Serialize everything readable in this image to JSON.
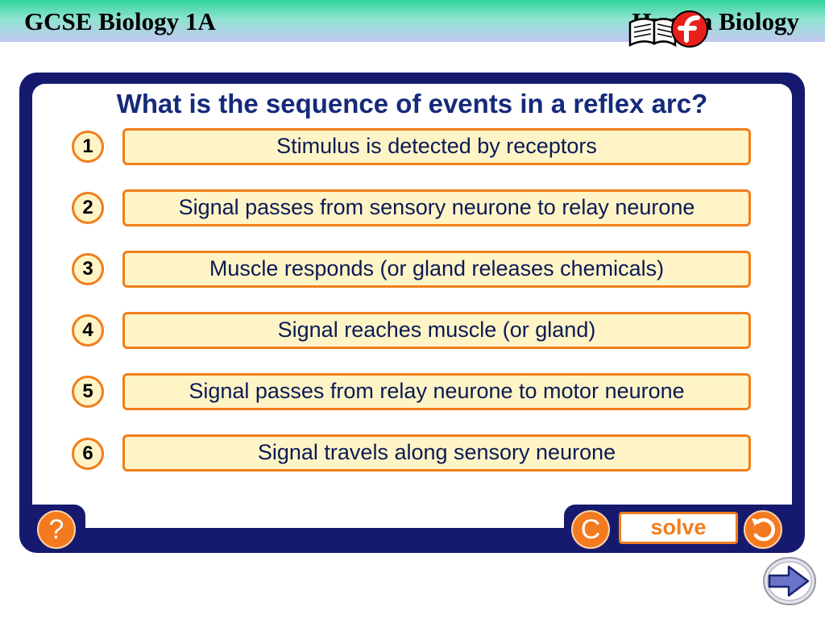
{
  "header": {
    "title": "GCSE Biology 1A",
    "right_label": "Human Biology"
  },
  "question": "What is the sequence of events in a reflex arc?",
  "items": [
    {
      "number": "1",
      "text": "Stimulus is detected by receptors"
    },
    {
      "number": "2",
      "text": "Signal passes from sensory neurone to relay neurone"
    },
    {
      "number": "3",
      "text": "Muscle responds (or gland releases chemicals)"
    },
    {
      "number": "4",
      "text": "Signal reaches muscle (or gland)"
    },
    {
      "number": "5",
      "text": "Signal passes from relay neurone to motor neurone"
    },
    {
      "number": "6",
      "text": "Signal travels along sensory neurone"
    }
  ],
  "controls": {
    "help_label": "?",
    "clear_label": "C",
    "solve_label": "solve"
  },
  "icons": {
    "help": "question-mark-icon",
    "clear": "clear-icon",
    "reset": "undo-arrow-icon",
    "next": "next-arrow-icon",
    "logo": "book-flash-logo-icon"
  },
  "colors": {
    "accent_orange": "#f07e1c",
    "frame_navy": "#151a6e",
    "item_fill": "#fff4c6",
    "question_text": "#152a7a"
  }
}
